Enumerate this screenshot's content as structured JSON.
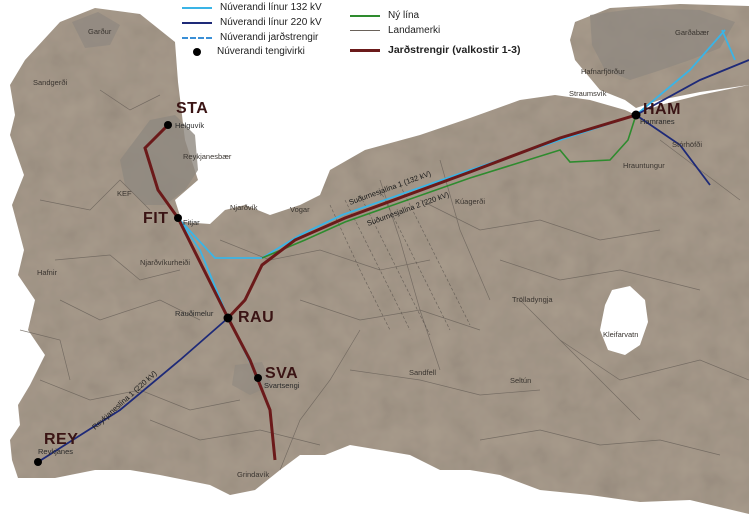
{
  "legend": {
    "items": [
      {
        "key": "existing-132",
        "label": "Núverandi línur 132 kV",
        "color": "#3ab4e6",
        "style": "solid"
      },
      {
        "key": "existing-220",
        "label": "Núverandi línur 220 kV",
        "color": "#1e2a78",
        "style": "solid"
      },
      {
        "key": "existing-cable",
        "label": "Núverandi jarðstrengir",
        "color": "#3a8fd6",
        "style": "dashed"
      },
      {
        "key": "substation",
        "label": "Núverandi tengivirki",
        "color": "#000000",
        "style": "dot"
      },
      {
        "key": "new-line",
        "label": "Ný lína",
        "color": "#2e8b2e",
        "style": "solid"
      },
      {
        "key": "landmark",
        "label": "Landamerki",
        "color": "#6a625a",
        "style": "solid"
      },
      {
        "key": "cable-options",
        "label": "Jarðstrengir (valkostir 1-3)",
        "color": "#6b1a1a",
        "style": "solid"
      }
    ]
  },
  "stations": [
    {
      "code": "STA",
      "name": "Helguvík"
    },
    {
      "code": "FIT",
      "name": "Fitjar"
    },
    {
      "code": "RAU",
      "name": "Rauðimelur"
    },
    {
      "code": "SVA",
      "name": "Svartsengi"
    },
    {
      "code": "REY",
      "name": "Reykjanes"
    },
    {
      "code": "HAM",
      "name": "Hamranes"
    }
  ],
  "places": {
    "gardur": "Garður",
    "sandgerdi": "Sandgerði",
    "reykjanesbaer": "Reykjanesbær",
    "kef": "KEF",
    "njardvik": "Njarðvík",
    "vogar": "Vogar",
    "njardvikurheidi": "Njarðvíkurheiði",
    "hafnir": "Hafnir",
    "gardabaer": "Garðabær",
    "hafnarfjordur": "Hafnarfjörður",
    "straumsvik": "Straumsvík",
    "stormolfi": "Stórhöfði",
    "hrauntungur": "Hrauntungur",
    "kuagerdi": "Kúagerði",
    "trolladyngja": "Trölladyngja",
    "kleifarvatn": "Kleifarvatn",
    "sandfell": "Sandfell",
    "seltun": "Seltún",
    "grindavik": "Grindavík"
  },
  "line_labels": {
    "sudurnes1": "Suðurnesjalína 1 (132 kV)",
    "sudurnes2": "Suðurnesjalína 2 (220 kV)",
    "reykjanes1": "Reykjaneslína 1 (220 kV)"
  },
  "colors": {
    "sea": "#ffffff",
    "land": "#a89b8c",
    "land_light": "#bdb1a3",
    "built_up": "#8f8880",
    "lake": "#ffffff",
    "line132": "#3ab4e6",
    "line220": "#1e2a78",
    "newline": "#2e8b2e",
    "cable": "#6b1a1a",
    "boundary": "#6a625a"
  }
}
